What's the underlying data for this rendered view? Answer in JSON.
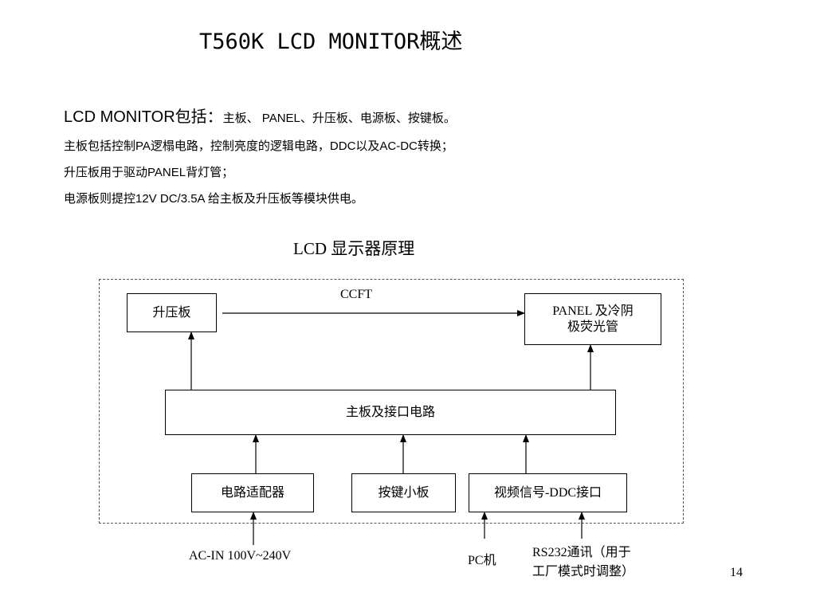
{
  "title": "T560K LCD MONITOR概述",
  "intro": {
    "line1_prefix": "LCD MONITOR包括：",
    "line1_rest": "主板、 PANEL、升压板、电源板、按键板。",
    "line2": "主板包括控制PA逻榻电路，控制亮度的逻辑电路，DDC以及AC-DC转换；",
    "line3": "升压板用于驱动PANEL背灯管；",
    "line4": "电源板则提控12V DC/3.5A 给主板及升压板等模块供电。"
  },
  "diagram": {
    "title": "LCD 显示器原理",
    "boxes": {
      "boost": "升压板",
      "panel_line1": "PANEL 及冷阴",
      "panel_line2": "极荧光管",
      "mainboard": "主板及接口电路",
      "adapter": "电路适配器",
      "keypad": "按键小板",
      "video": "视频信号-DDC接口"
    },
    "labels": {
      "ccft": "CCFT",
      "acin": "AC-IN 100V~240V",
      "pc": "PC机",
      "rs232_line1": "RS232通讯（用于",
      "rs232_line2": "工厂模式时调整）"
    }
  },
  "page_number": "14"
}
